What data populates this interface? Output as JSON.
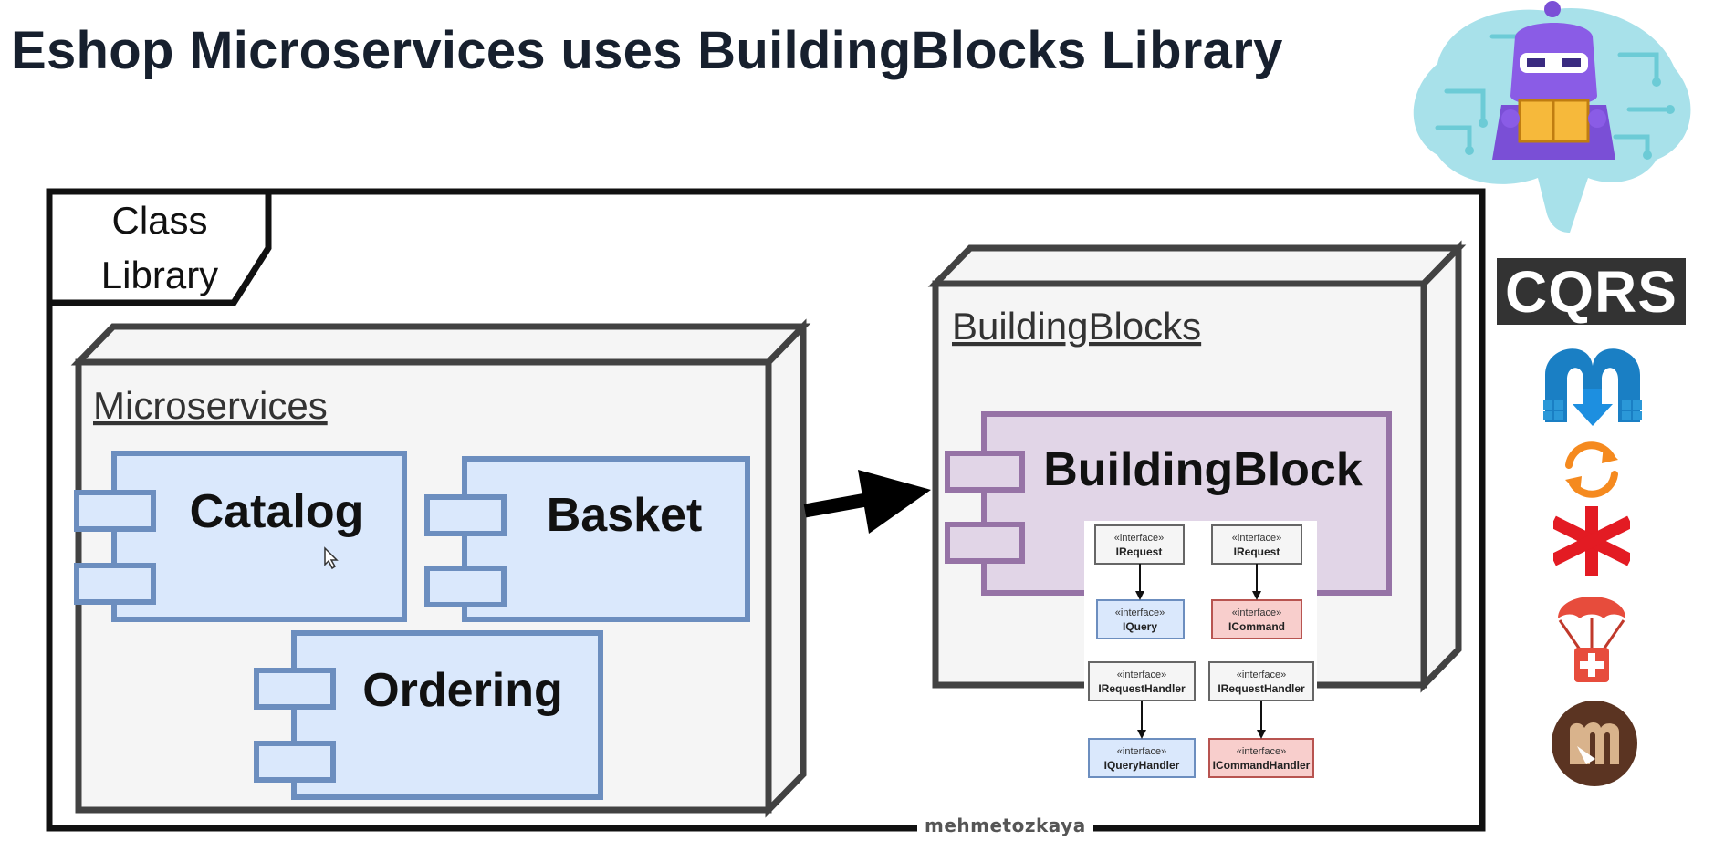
{
  "header": {
    "title": "Eshop Microservices uses BuildingBlocks Library"
  },
  "package": {
    "label_line1": "Class",
    "label_line2": "Library"
  },
  "microservices_node": {
    "label": "Microservices",
    "components": [
      "Catalog",
      "Basket",
      "Ordering"
    ]
  },
  "buildingblocks_node": {
    "label": "BuildingBlocks",
    "component": "BuildingBlock"
  },
  "interfaces": {
    "stereotype": "«interface»",
    "left": [
      "IRequest",
      "IQuery",
      "IRequestHandler",
      "IQueryHandler"
    ],
    "right": [
      "IRequest",
      "ICommand",
      "IRequestHandler",
      "ICommandHandler"
    ]
  },
  "watermark": "mehmetozkaya",
  "sidebar": {
    "cqrs_label": "CQRS",
    "icons": [
      "dotnet-bot-icon",
      "mediatr-icon",
      "sync-icon",
      "asterisk-icon",
      "parachute-icon",
      "marten-icon"
    ]
  },
  "colors": {
    "component_fill": "#dae8fc",
    "component_stroke": "#6c8ebf",
    "building_fill": "#e1d5e7",
    "building_stroke": "#9673a6",
    "node_fill": "#f5f5f5",
    "node_stroke": "#424242",
    "command_fill": "#f8cecc",
    "command_stroke": "#b85450"
  }
}
